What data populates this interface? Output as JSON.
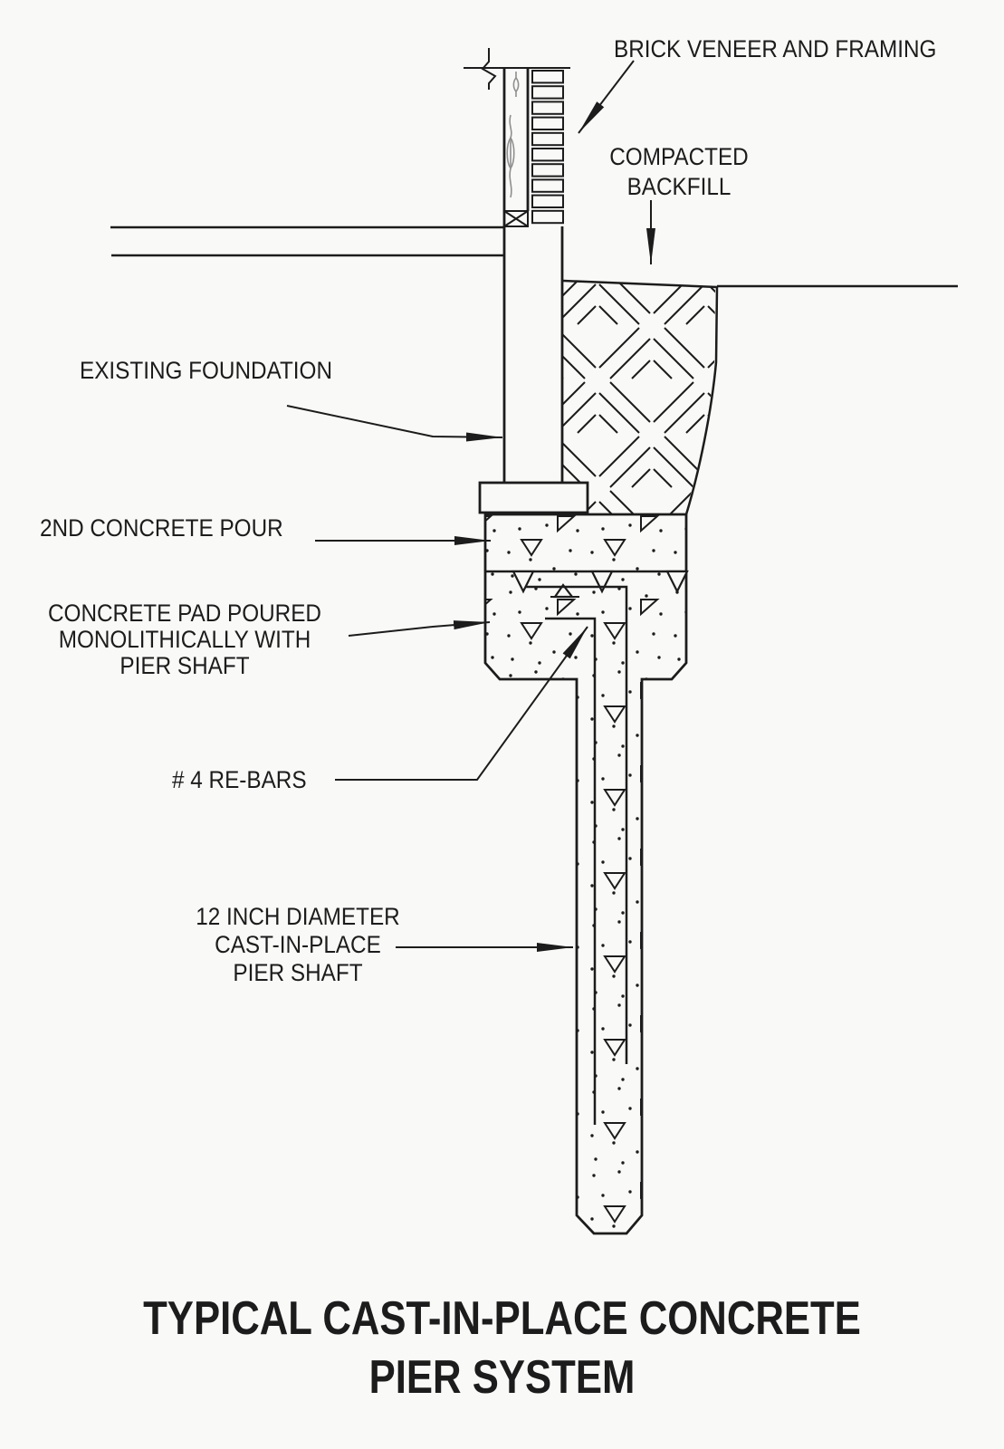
{
  "colors": {
    "ink": "#1c1c1c",
    "paper": "#f9f9f7",
    "grain": "#8f8f8f"
  },
  "labels": {
    "brick_veneer": "BRICK VENEER AND FRAMING",
    "compacted_backfill": "COMPACTED\nBACKFILL",
    "existing_foundation": "EXISTING FOUNDATION",
    "second_concrete_pour": "2ND CONCRETE POUR",
    "concrete_pad": "CONCRETE PAD POURED\nMONOLITHICALLY WITH\nPIER SHAFT",
    "rebars": "# 4 RE-BARS",
    "pier_shaft": "12 INCH DIAMETER\nCAST-IN-PLACE\nPIER SHAFT"
  },
  "title": "TYPICAL CAST-IN-PLACE CONCRETE\nPIER SYSTEM"
}
